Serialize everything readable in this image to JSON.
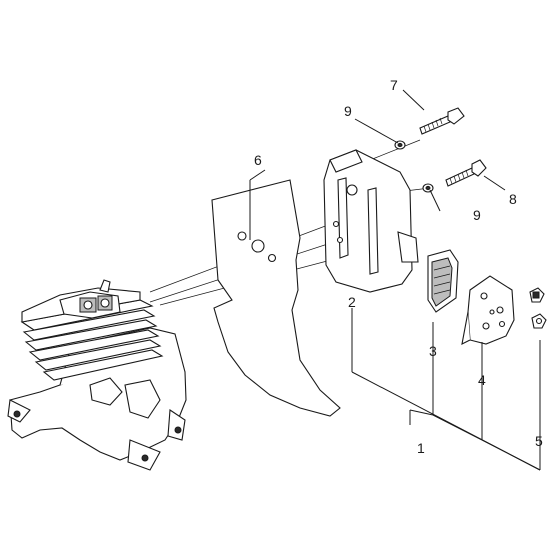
{
  "callouts": {
    "c1": "1",
    "c2": "2",
    "c3": "3",
    "c4": "4",
    "c5": "5",
    "c6": "6",
    "c7": "7",
    "c8": "8",
    "c9a": "9",
    "c9b": "9"
  }
}
